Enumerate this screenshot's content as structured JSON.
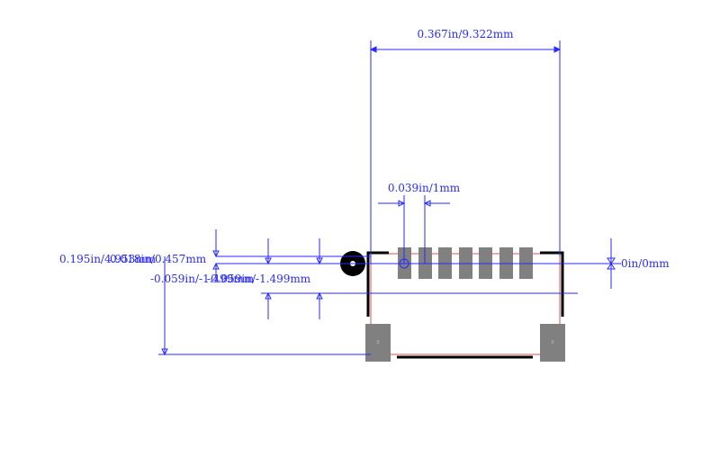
{
  "colors": {
    "dimension": "#2a2aff",
    "pad": "#808080",
    "silkscreen": "#000000",
    "courtyard": "#e05050",
    "background": "#ffffff"
  },
  "dimensions": {
    "overall_width": "0.367in/9.322mm",
    "pin_pitch": "0.039in/1mm",
    "origin": "0in/0mm",
    "left_top": "0.195in/4.953mm",
    "left_pin": "0.018in/0.457mm",
    "left_neg_a": "-0.059in/-1.499mm",
    "left_neg_b": "-0.059in/-1.499mm"
  },
  "pads": {
    "signal_count": 7,
    "mount_labels": [
      "0",
      "0"
    ]
  }
}
